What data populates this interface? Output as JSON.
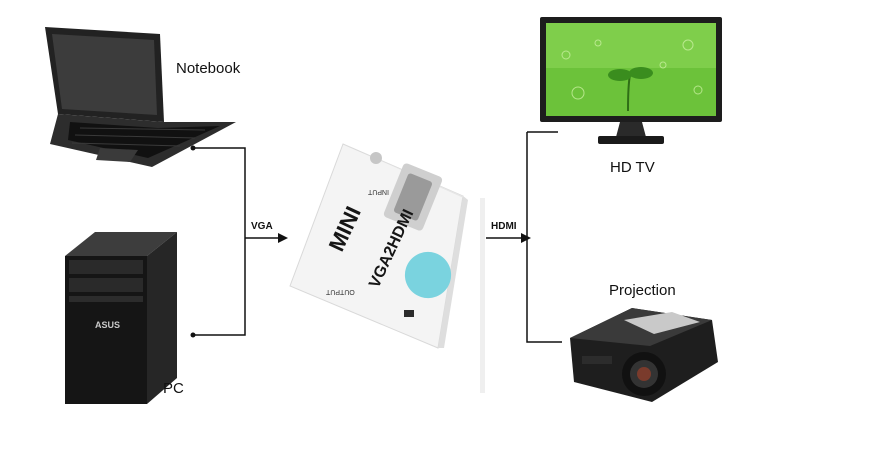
{
  "sources": {
    "notebook_label": "Notebook",
    "pc_label": "PC"
  },
  "connections": {
    "input_label": "VGA",
    "output_label": "HDMI"
  },
  "adapter": {
    "brand_text": "MINI",
    "model_text": "VGA2HDMI",
    "input_port_text": "INPUT",
    "output_port_text": "OUTPUT"
  },
  "outputs": {
    "tv_label": "HD TV",
    "projector_label": "Projection"
  },
  "colors": {
    "wire": "#111111",
    "screen_green": "#6cc23a",
    "adapter_body": "#f4f4f4",
    "badge": "#7ad3df"
  }
}
